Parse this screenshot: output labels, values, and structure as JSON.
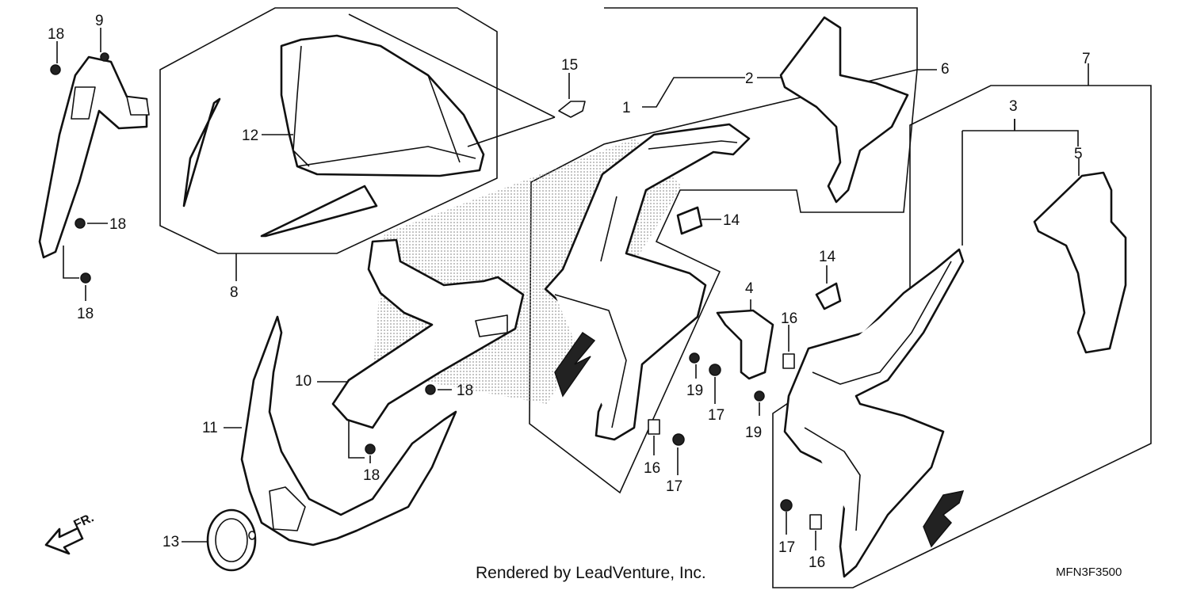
{
  "callouts": {
    "c1": "1",
    "c2": "2",
    "c3": "3",
    "c4": "4",
    "c5": "5",
    "c6": "6",
    "c7": "7",
    "c8": "8",
    "c9": "9",
    "c10": "10",
    "c11": "11",
    "c12": "12",
    "c13": "13",
    "c14a": "14",
    "c14b": "14",
    "c15": "15",
    "c16a": "16",
    "c16b": "16",
    "c16c": "16",
    "c17a": "17",
    "c17b": "17",
    "c17c": "17",
    "c18a": "18",
    "c18b": "18",
    "c18c": "18",
    "c18d": "18",
    "c18e": "18",
    "c19a": "19",
    "c19b": "19"
  },
  "direction_label": "FR.",
  "credit": "Rendered by LeadVenture, Inc.",
  "diagram_code": "MFN3F3500",
  "colors": {
    "ink": "#111111",
    "background": "#ffffff",
    "shading": "#999999"
  }
}
